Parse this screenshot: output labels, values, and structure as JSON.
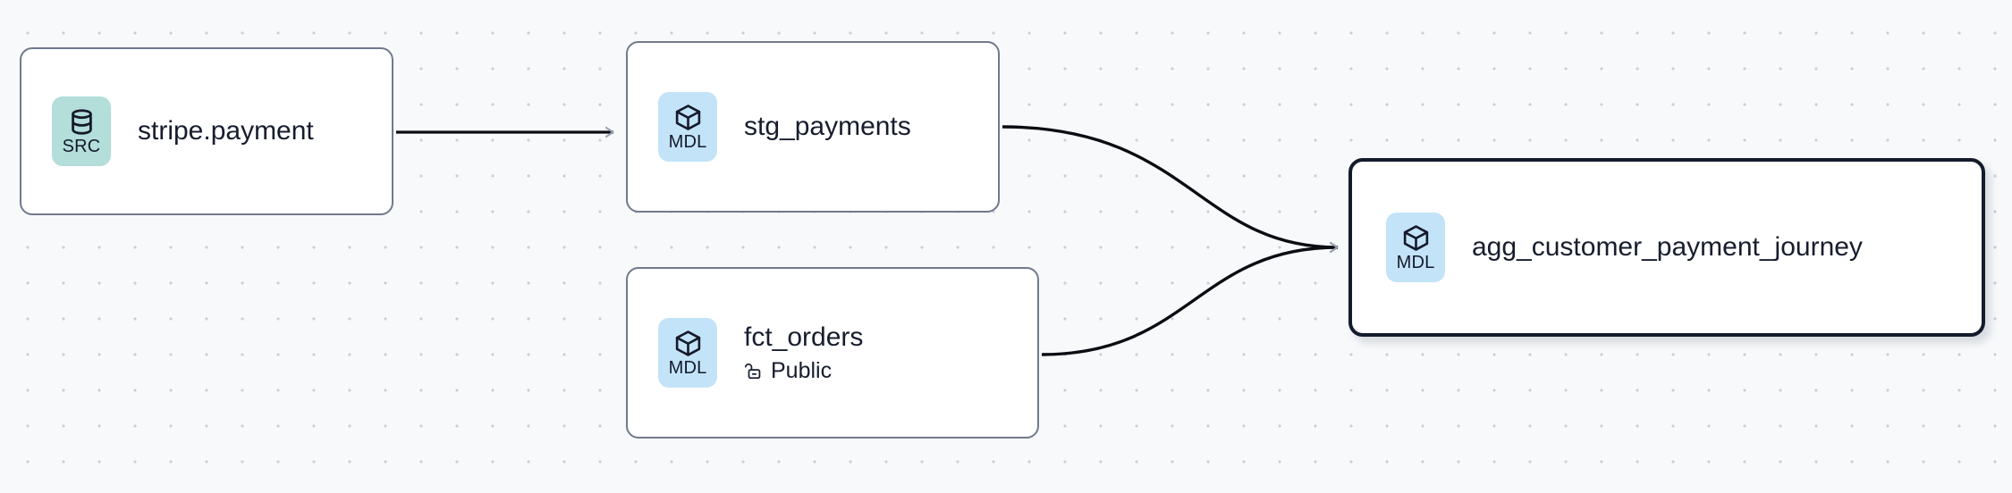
{
  "canvas": {
    "background_color": "#f7f9fb",
    "grid": "dot-grid",
    "grid_dot_color": "#c9ced8"
  },
  "graph": {
    "type": "lineage-dag",
    "nodes": [
      {
        "id": "stripe-payment",
        "title": "stripe.payment",
        "badge_label": "SRC",
        "badge_icon": "database-icon",
        "badge_color": "#b3ded9",
        "selected": false
      },
      {
        "id": "stg-payments",
        "title": "stg_payments",
        "badge_label": "MDL",
        "badge_icon": "cube-icon",
        "badge_color": "#c3e3f8",
        "selected": false
      },
      {
        "id": "fct-orders",
        "title": "fct_orders",
        "subtitle": "Public",
        "subtitle_icon": "unlock-icon",
        "badge_label": "MDL",
        "badge_icon": "cube-icon",
        "badge_color": "#c3e3f8",
        "selected": false
      },
      {
        "id": "agg-journey",
        "title": "agg_customer_payment_journey",
        "badge_label": "MDL",
        "badge_icon": "cube-icon",
        "badge_color": "#c3e3f8",
        "selected": true,
        "selected_border_color": "#151b2d"
      }
    ],
    "edges": [
      {
        "from": "stripe-payment",
        "to": "stg-payments",
        "shape": "straight"
      },
      {
        "from": "stg-payments",
        "to": "agg-journey",
        "shape": "bezier"
      },
      {
        "from": "fct-orders",
        "to": "agg-journey",
        "shape": "bezier"
      }
    ],
    "edge_color": "#0b0d12",
    "arrow_color": "#9aa2b1"
  }
}
